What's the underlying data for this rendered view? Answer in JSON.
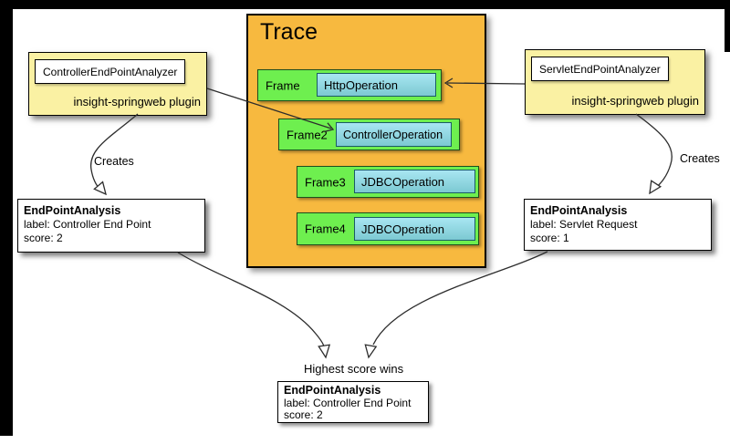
{
  "colors": {
    "trace_fill": "#F7B93F",
    "frame_fill": "#6EEF4F",
    "operation_gradient_top": "#A8E6F2",
    "operation_gradient_bottom": "#7CC9D2",
    "analyzer_fill": "#FAF1A3",
    "result_fill": "#FFFFFF",
    "border": "#000000"
  },
  "trace": {
    "title": "Trace",
    "frames": [
      {
        "name": "Frame",
        "operation": "HttpOperation"
      },
      {
        "name": "Frame2",
        "operation": "ControllerOperation"
      },
      {
        "name": "Frame3",
        "operation": "JDBCOperation"
      },
      {
        "name": "Frame4",
        "operation": "JDBCOperation"
      }
    ]
  },
  "analyzers": {
    "controller": {
      "name": "ControllerEndPointAnalyzer",
      "plugin": "insight-springweb plugin"
    },
    "servlet": {
      "name": "ServletEndPointAnalyzer",
      "plugin": "insight-springweb plugin"
    }
  },
  "results": {
    "controller": {
      "title": "EndPointAnalysis",
      "label": "label: Controller End Point",
      "score": "score: 2"
    },
    "servlet": {
      "title": "EndPointAnalysis",
      "label": "label: Servlet Request",
      "score": "score: 1"
    },
    "winner": {
      "title": "EndPointAnalysis",
      "label": "label: Controller End Point",
      "score": "score: 2"
    }
  },
  "annotations": {
    "creates_left": "Creates",
    "creates_right": "Creates",
    "highest_score": "Highest score wins"
  }
}
